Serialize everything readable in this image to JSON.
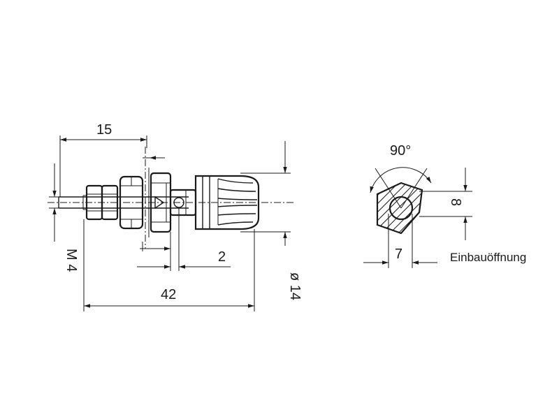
{
  "dimensions": {
    "d15": "15",
    "d42": "42",
    "d2": "2",
    "m4": "M 4",
    "d14": "ø 14",
    "angle": "90°",
    "d8": "8",
    "d7": "7"
  },
  "labels": {
    "mounting_hole": "Einbauöffnung"
  }
}
